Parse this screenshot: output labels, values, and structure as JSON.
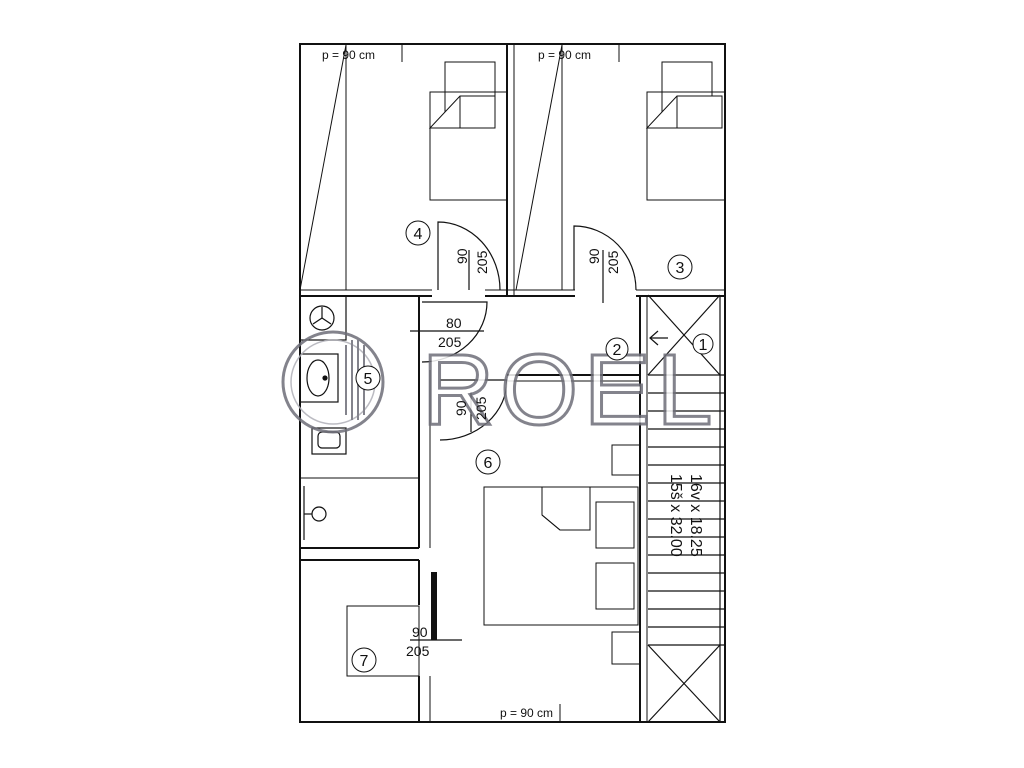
{
  "watermark": {
    "brand": "ROEL"
  },
  "rooms": [
    {
      "id": "1",
      "label": "1"
    },
    {
      "id": "2",
      "label": "2"
    },
    {
      "id": "3",
      "label": "3"
    },
    {
      "id": "4",
      "label": "4"
    },
    {
      "id": "5",
      "label": "5"
    },
    {
      "id": "6",
      "label": "6"
    },
    {
      "id": "7",
      "label": "7"
    }
  ],
  "window_labels": {
    "top_left": "p = 90 cm",
    "top_right": "p = 90 cm",
    "bottom": "p = 90 cm"
  },
  "doors": {
    "room4": {
      "width": "90",
      "height": "205"
    },
    "room3": {
      "width": "90",
      "height": "205"
    },
    "bath_top": {
      "width": "80",
      "height": "205"
    },
    "bath_side": {
      "width": "90",
      "height": "205"
    },
    "room7": {
      "width": "90",
      "height": "205"
    }
  },
  "stairs": {
    "risers": "16v x 18.25",
    "treads": "15š x 32.00"
  }
}
